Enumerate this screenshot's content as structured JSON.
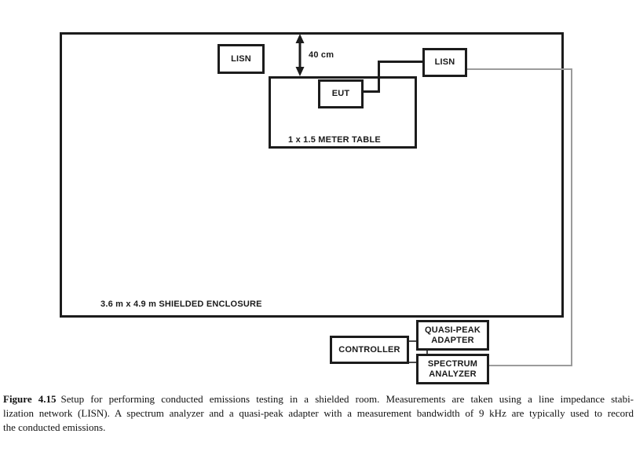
{
  "diagram": {
    "boxes": {
      "lisn_left": "LISN",
      "lisn_right": "LISN",
      "eut": "EUT",
      "controller": "CONTROLLER",
      "quasi_peak": [
        "QUASI-PEAK",
        "ADAPTER"
      ],
      "spectrum_analyzer": [
        "SPECTRUM",
        "ANALYZER"
      ]
    },
    "labels": {
      "distance": "40 cm",
      "table": "1 x 1.5 METER TABLE",
      "enclosure": "3.6 m x 4.9 m SHIELDED ENCLOSURE"
    },
    "colors": {
      "outline": "#1c1c1c",
      "cable": "#9b9b9b",
      "connector": "#4a4a4a",
      "background": "#ffffff"
    }
  },
  "caption": {
    "figure_label": "Figure 4.15",
    "lines": [
      "Setup for performing conducted emissions testing in a shielded room. Measurements are taken using a line impedance stabi-",
      "lization network (LISN). A spectrum analyzer and a quasi-peak adapter with a measurement bandwidth of 9 kHz are typically used to record",
      "the conducted emissions."
    ]
  }
}
